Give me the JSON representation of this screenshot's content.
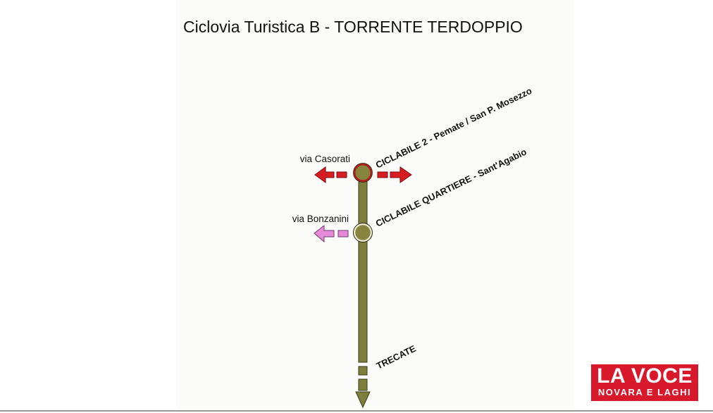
{
  "title": "Ciclovia Turistica B - TORRENTE TERDOPPIO",
  "labels": {
    "via_casorati": "via Casorati",
    "via_bonzanini": "via Bonzanini",
    "ciclabile_2": "CICLABILE 2 - Pemate / San P. Mosezzo",
    "ciclabile_quartiere": "CICLABILE QUARTIERE - Sant'Agabio",
    "trecate": "TRECATE"
  },
  "logo": {
    "line1": "LA VOCE",
    "line2": "NOVARA E LAGHI"
  },
  "colors": {
    "route": "#7f7f3d",
    "node": "#86843e",
    "red_connection": "#d81d22",
    "pink_connection": "#e58ad9",
    "logo_background": "#d8182b"
  }
}
